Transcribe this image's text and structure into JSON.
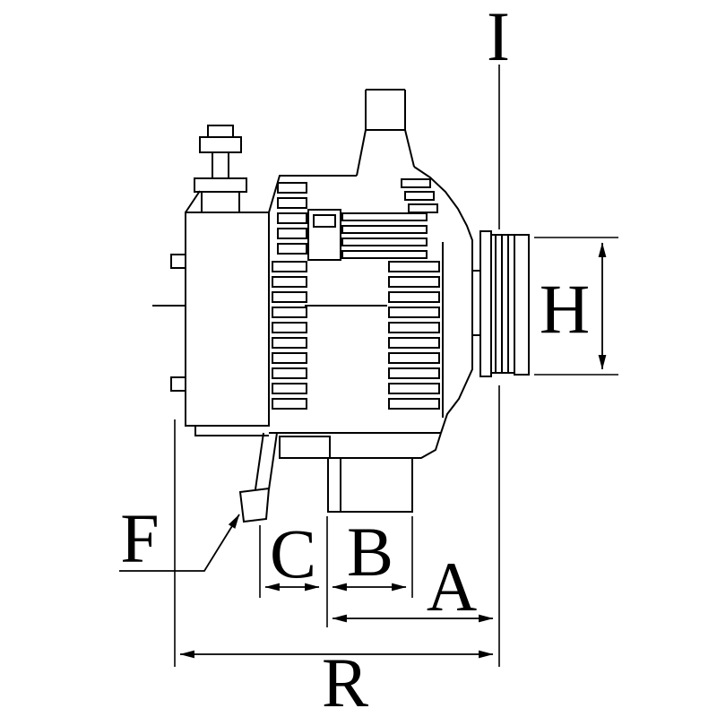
{
  "diagram": {
    "type": "technical-line-drawing",
    "subject": "alternator side view with dimension callouts",
    "background_color": "#ffffff",
    "line_color": "#000000",
    "labels": {
      "i": "I",
      "h": "H",
      "f": "F",
      "c": "C",
      "b": "B",
      "a": "A",
      "r": "R"
    }
  }
}
